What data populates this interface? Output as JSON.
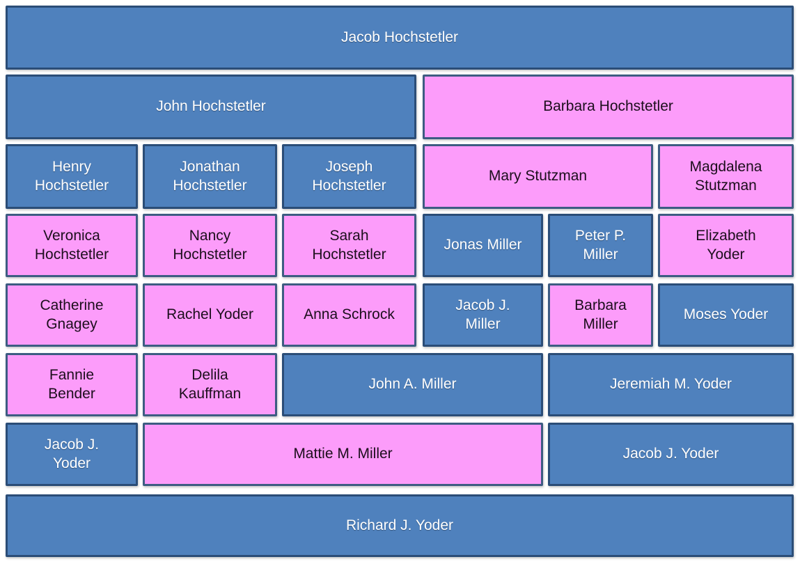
{
  "diagram": {
    "type": "family-tree-grid",
    "colors": {
      "male_fill": "#4F81BD",
      "male_border": "#2B4D77",
      "male_text": "#FFFFFF",
      "female_fill": "#FC9CFA",
      "female_border": "#3D5C82",
      "female_text": "#1C0E1C",
      "background": "#FFFFFF"
    },
    "rows": [
      {
        "cells": [
          {
            "label": "Jacob Hochstetler",
            "color": "blue",
            "c0": 0,
            "c1": 5
          }
        ]
      },
      {
        "cells": [
          {
            "label": "John Hochstetler",
            "color": "blue",
            "c0": 0,
            "c1": 2
          },
          {
            "label": "Barbara Hochstetler",
            "color": "pink",
            "c0": 3,
            "c1": 5
          }
        ]
      },
      {
        "cells": [
          {
            "label": "Henry\nHochstetler",
            "color": "blue",
            "c0": 0,
            "c1": 0
          },
          {
            "label": "Jonathan\nHochstetler",
            "color": "blue",
            "c0": 1,
            "c1": 1
          },
          {
            "label": "Joseph\nHochstetler",
            "color": "blue",
            "c0": 2,
            "c1": 2
          },
          {
            "label": "Mary Stutzman",
            "color": "pink",
            "c0": 3,
            "c1": 4
          },
          {
            "label": "Magdalena\nStutzman",
            "color": "pink",
            "c0": 5,
            "c1": 5
          }
        ]
      },
      {
        "cells": [
          {
            "label": "Veronica\nHochstetler",
            "color": "pink",
            "c0": 0,
            "c1": 0
          },
          {
            "label": "Nancy\nHochstetler",
            "color": "pink",
            "c0": 1,
            "c1": 1
          },
          {
            "label": "Sarah\nHochstetler",
            "color": "pink",
            "c0": 2,
            "c1": 2
          },
          {
            "label": "Jonas Miller",
            "color": "blue",
            "c0": 3,
            "c1": 3
          },
          {
            "label": "Peter P.\nMiller",
            "color": "blue",
            "c0": 4,
            "c1": 4
          },
          {
            "label": "Elizabeth\nYoder",
            "color": "pink",
            "c0": 5,
            "c1": 5
          }
        ]
      },
      {
        "cells": [
          {
            "label": "Catherine\nGnagey",
            "color": "pink",
            "c0": 0,
            "c1": 0
          },
          {
            "label": "Rachel Yoder",
            "color": "pink",
            "c0": 1,
            "c1": 1
          },
          {
            "label": "Anna Schrock",
            "color": "pink",
            "c0": 2,
            "c1": 2
          },
          {
            "label": "Jacob J.\nMiller",
            "color": "blue",
            "c0": 3,
            "c1": 3
          },
          {
            "label": "Barbara\nMiller",
            "color": "pink",
            "c0": 4,
            "c1": 4
          },
          {
            "label": "Moses Yoder",
            "color": "blue",
            "c0": 5,
            "c1": 5
          }
        ]
      },
      {
        "cells": [
          {
            "label": "Fannie\nBender",
            "color": "pink",
            "c0": 0,
            "c1": 0
          },
          {
            "label": "Delila\nKauffman",
            "color": "pink",
            "c0": 1,
            "c1": 1
          },
          {
            "label": "John A. Miller",
            "color": "blue",
            "c0": 2,
            "c1": 3
          },
          {
            "label": "Jeremiah M. Yoder",
            "color": "blue",
            "c0": 4,
            "c1": 5
          }
        ]
      },
      {
        "cells": [
          {
            "label": "Jacob J.\nYoder",
            "color": "blue",
            "c0": 0,
            "c1": 0
          },
          {
            "label": "Mattie M. Miller",
            "color": "pink",
            "c0": 1,
            "c1": 3
          },
          {
            "label": "Jacob J. Yoder",
            "color": "blue",
            "c0": 4,
            "c1": 5
          }
        ]
      },
      {
        "cells": [
          {
            "label": "Richard J. Yoder",
            "color": "blue",
            "c0": 0,
            "c1": 5
          }
        ]
      }
    ]
  }
}
